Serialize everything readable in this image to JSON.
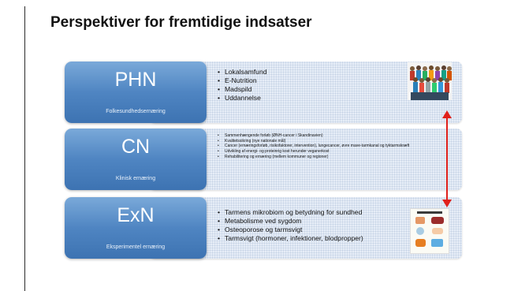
{
  "slide": {
    "title": "Perspektiver for fremtidige indsatser"
  },
  "rows": [
    {
      "abbr": "PHN",
      "subtitle": "Folkesundhedsernæring",
      "items": [
        "Lokalsamfund",
        "E-Nutrition",
        "Madspild",
        "Uddannelse"
      ]
    },
    {
      "abbr": "CN",
      "subtitle": "Klinisk ernæring",
      "items": [
        "Sammenhængende forløb (ØNH-cancer i Skandinavien)",
        "Kvalitetssikring (nye nationale mål)",
        "Cancer (ernæringsforløb, risikofaktorer, intervention), lungecancer, øvre mave-tarmkanal og tyktarmskræft",
        "Udvikling af energi- og proteinrig kost herunder veganerkost",
        "Rehabilitering og ernæring (mellem kommuner og regioner)"
      ]
    },
    {
      "abbr": "ExN",
      "subtitle": "Eksperimentel ernæring",
      "items": [
        "Tarmens mikrobiom og betydning for sundhed",
        "Metabolisme ved sygdom",
        "Osteoporose og tarmsvigt",
        "Tarmsvigt (hormoner, infektioner, blodpropper)"
      ]
    }
  ],
  "colors": {
    "box_top": "#7aa9d9",
    "box_bottom": "#3d73b2",
    "panel": "#e6edf7",
    "arrow": "#e0201b"
  },
  "icons": {
    "crowd": "crowd-of-people-image",
    "anatomy": "gut-anatomy-infographic-image",
    "arrow": "double-headed-arrow"
  }
}
